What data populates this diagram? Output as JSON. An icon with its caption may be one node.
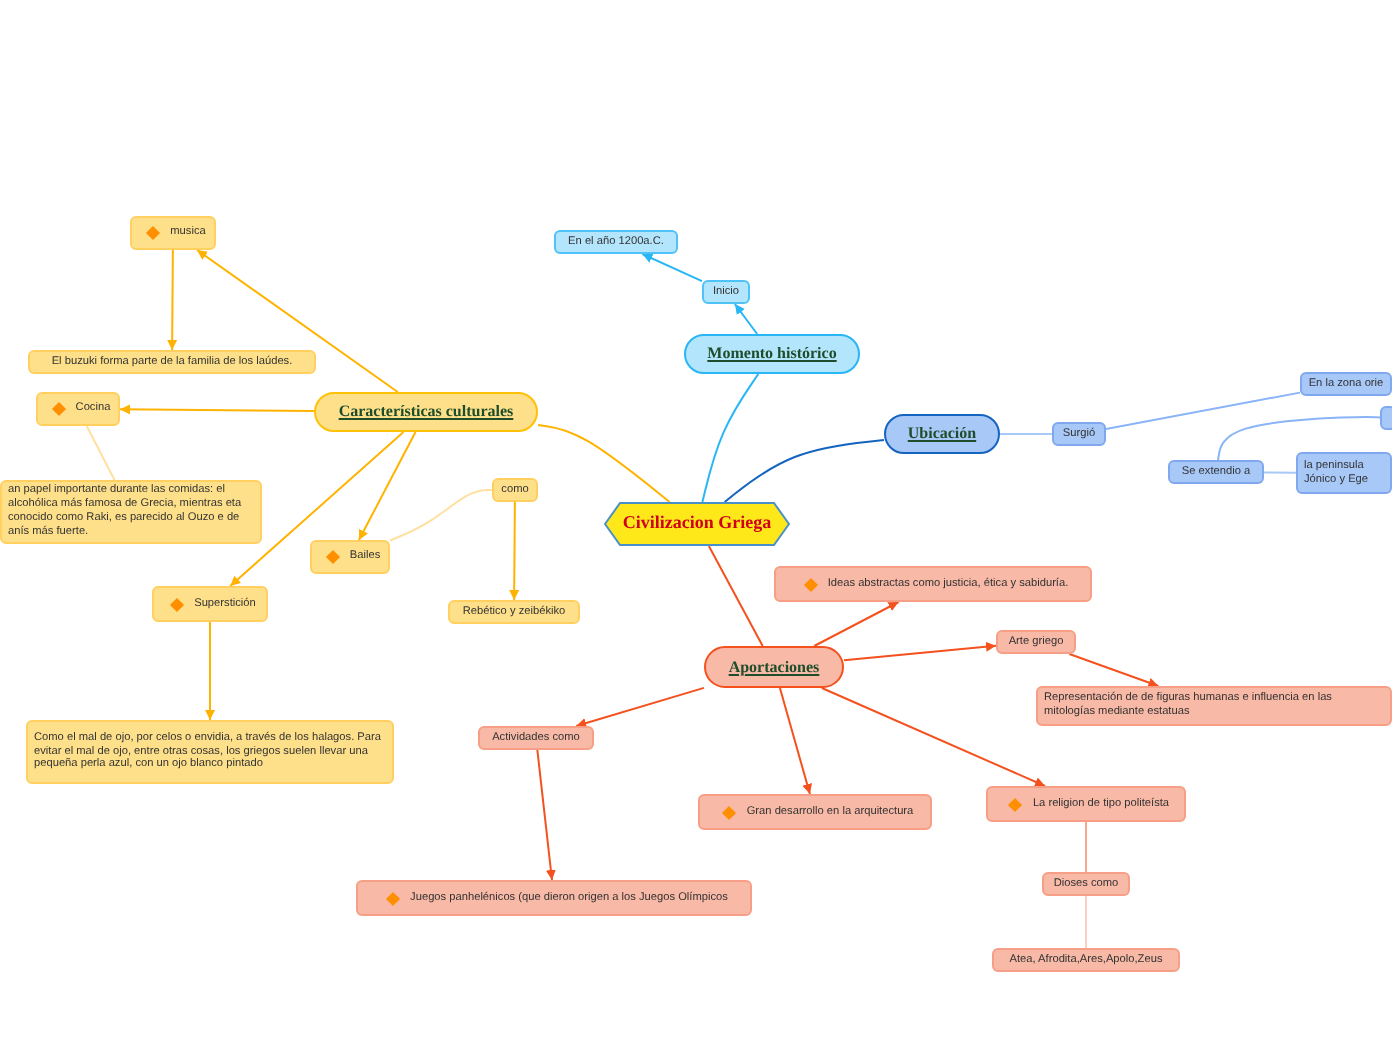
{
  "diagram": {
    "nodes": [
      {
        "text": [
          "Civilizacion Griega"
        ]
      },
      {
        "text": [
          "Momento histórico"
        ]
      },
      {
        "text": [
          "Inicio"
        ]
      },
      {
        "text": [
          "En el año 1200a.C."
        ]
      },
      {
        "text": [
          "Ubicación"
        ]
      },
      {
        "text": [
          "Surgió"
        ]
      },
      {
        "text": [
          "En la zona orie"
        ]
      },
      {
        "text": [
          "Se extendio a"
        ]
      },
      {
        "text": [
          "la peninsula Jónico y Ege"
        ]
      },
      {
        "text": [
          "Características culturales"
        ]
      },
      {
        "text": [
          "musica"
        ]
      },
      {
        "text": [
          "El buzuki forma parte de la familia de los laúdes."
        ]
      },
      {
        "text": [
          "Cocina"
        ]
      },
      {
        "text": [
          "an papel importante durante las comidas: el alcohólica más famosa de Grecia, mientras eta conocido como Raki, es parecido al Ouzo e de anís más fuerte."
        ]
      },
      {
        "text": [
          "Bailes"
        ]
      },
      {
        "text": [
          "como"
        ]
      },
      {
        "text": [
          "Rebético y zeibékiko"
        ]
      },
      {
        "text": [
          "Superstición"
        ]
      },
      {
        "text": [
          "Como el mal de ojo, por celos o envidia, a través de los halagos. Para evitar el mal de ojo, entre otras cosas, los griegos suelen llevar una pequeña perla azul, con un ojo blanco pintado"
        ]
      },
      {
        "text": [
          "Aportaciones"
        ]
      },
      {
        "text": [
          "Ideas abstractas como justicia, ética y sabiduría."
        ]
      },
      {
        "text": [
          "Arte griego"
        ]
      },
      {
        "text": [
          "Representación de de figuras humanas e influencia en las mitologías mediante estatuas"
        ]
      },
      {
        "text": [
          "La religion de tipo politeísta"
        ]
      },
      {
        "text": [
          "Dioses como"
        ]
      },
      {
        "text": [
          "Atea, Afrodita,Ares,Apolo,Zeus"
        ]
      },
      {
        "text": [
          "Gran desarrollo en la arquitectura"
        ]
      },
      {
        "text": [
          "Actividades como"
        ]
      },
      {
        "text": [
          "Juegos panhelénicos (que dieron origen a los Juegos Olímpicos"
        ]
      },
      {
        "text": [],
        "shape": "box"
      }
    ],
    "edges": [
      {
        "from": 0,
        "to": 1,
        "arrow": "none",
        "color": "#29b6f6"
      },
      {
        "from": 1,
        "to": 2,
        "arrow": "to",
        "color": "#29b6f6"
      },
      {
        "from": 2,
        "to": 3,
        "arrow": "to",
        "color": "#29b6f6"
      },
      {
        "from": 0,
        "to": 4,
        "arrow": "none",
        "color": "#1565c0"
      },
      {
        "from": 4,
        "to": 5,
        "arrow": "none",
        "color": "#a8c8f8"
      },
      {
        "from": 5,
        "to": 6,
        "arrow": "none",
        "color": "#8ab4f8"
      },
      {
        "from": 7,
        "to": 8,
        "arrow": "none",
        "color": "#a8c8f8"
      },
      {
        "from": 7,
        "to": 29,
        "arrow": "none",
        "color": "#8ab4f8"
      },
      {
        "from": 0,
        "to": 9,
        "arrow": "none",
        "color": "#ffb300"
      },
      {
        "from": 9,
        "to": 10,
        "arrow": "to",
        "color": "#ffb300"
      },
      {
        "from": 10,
        "to": 11,
        "arrow": "to",
        "color": "#ffb300"
      },
      {
        "from": 9,
        "to": 12,
        "arrow": "to",
        "color": "#ffb300"
      },
      {
        "from": 12,
        "to": 13,
        "arrow": "none",
        "color": "#ffe0a0"
      },
      {
        "from": 9,
        "to": 14,
        "arrow": "to",
        "color": "#ffb300"
      },
      {
        "from": 14,
        "to": 15,
        "arrow": "none",
        "color": "#ffe0a0"
      },
      {
        "from": 15,
        "to": 16,
        "arrow": "to",
        "color": "#ffb300"
      },
      {
        "from": 9,
        "to": 17,
        "arrow": "to",
        "color": "#ffb300"
      },
      {
        "from": 17,
        "to": 18,
        "arrow": "to",
        "color": "#ffb300"
      },
      {
        "from": 0,
        "to": 19,
        "arrow": "none",
        "color": "#f4511e"
      },
      {
        "from": 19,
        "to": 20,
        "arrow": "to",
        "color": "#f4511e"
      },
      {
        "from": 19,
        "to": 21,
        "arrow": "to",
        "color": "#f4511e"
      },
      {
        "from": 21,
        "to": 22,
        "arrow": "to",
        "color": "#f4511e"
      },
      {
        "from": 19,
        "to": 23,
        "arrow": "to",
        "color": "#f4511e"
      },
      {
        "from": 23,
        "to": 24,
        "arrow": "none",
        "color": "#f8a890"
      },
      {
        "from": 24,
        "to": 25,
        "arrow": "none",
        "color": "#fbd0c0"
      },
      {
        "from": 19,
        "to": 26,
        "arrow": "to",
        "color": "#f4511e"
      },
      {
        "from": 19,
        "to": 27,
        "arrow": "to",
        "color": "#f4511e"
      },
      {
        "from": 27,
        "to": 28,
        "arrow": "to",
        "color": "#f4511e"
      }
    ]
  }
}
